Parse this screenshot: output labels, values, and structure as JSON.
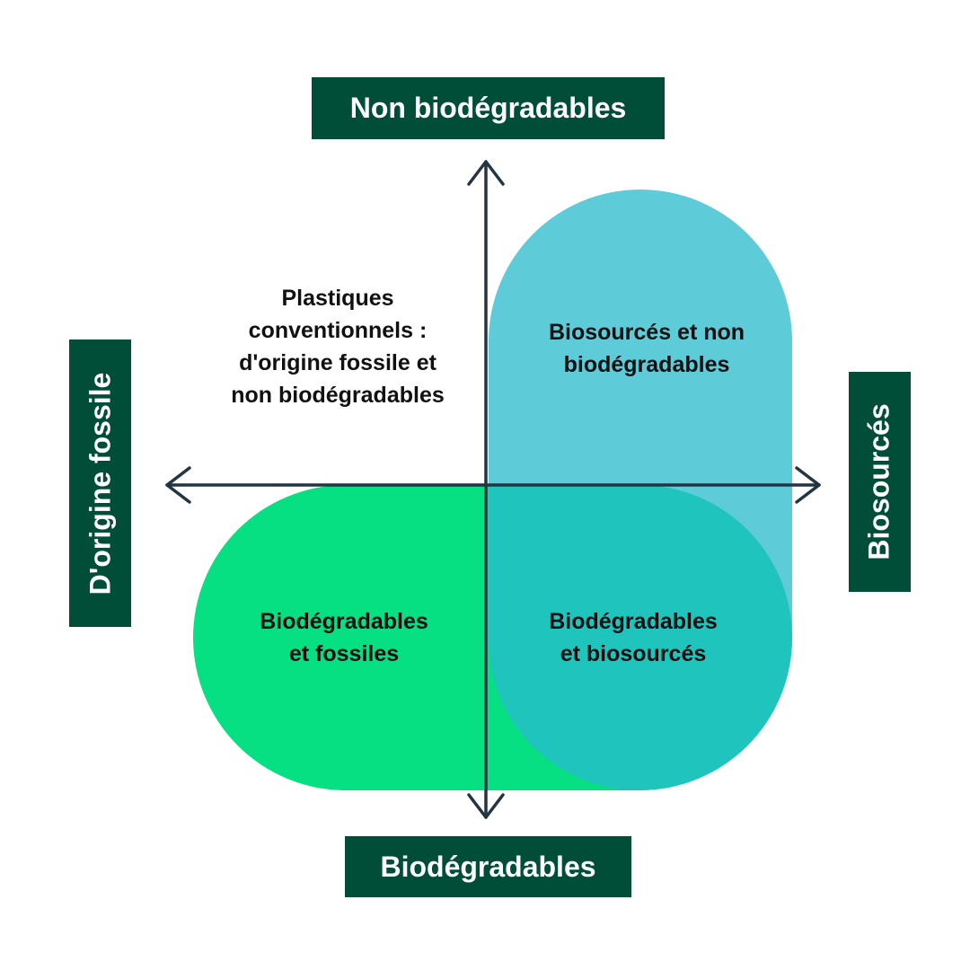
{
  "axes": {
    "top": "Non biodégradables",
    "bottom": "Biodégradables",
    "left": "D'origine fossile",
    "right": "Biosourcés"
  },
  "quadrants": {
    "conventional": [
      "Plastiques",
      "conventionnels :",
      "d'origine fossile et",
      "non biodégradables"
    ],
    "biosourced_non_biodegradable": [
      "Biosourcés et non",
      "biodégradables"
    ],
    "biodegradable_fossil": [
      "Biodégradables",
      "et fossiles"
    ],
    "biodegradable_biosourced": [
      "Biodégradables",
      "et biosourcés"
    ]
  },
  "colors": {
    "label_background": "#004d38",
    "biosourced_shape": "#5ecbd9",
    "biodegradable_shape": "#07df83",
    "overlap": "#1fc4bd",
    "axis_line": "#233543"
  }
}
